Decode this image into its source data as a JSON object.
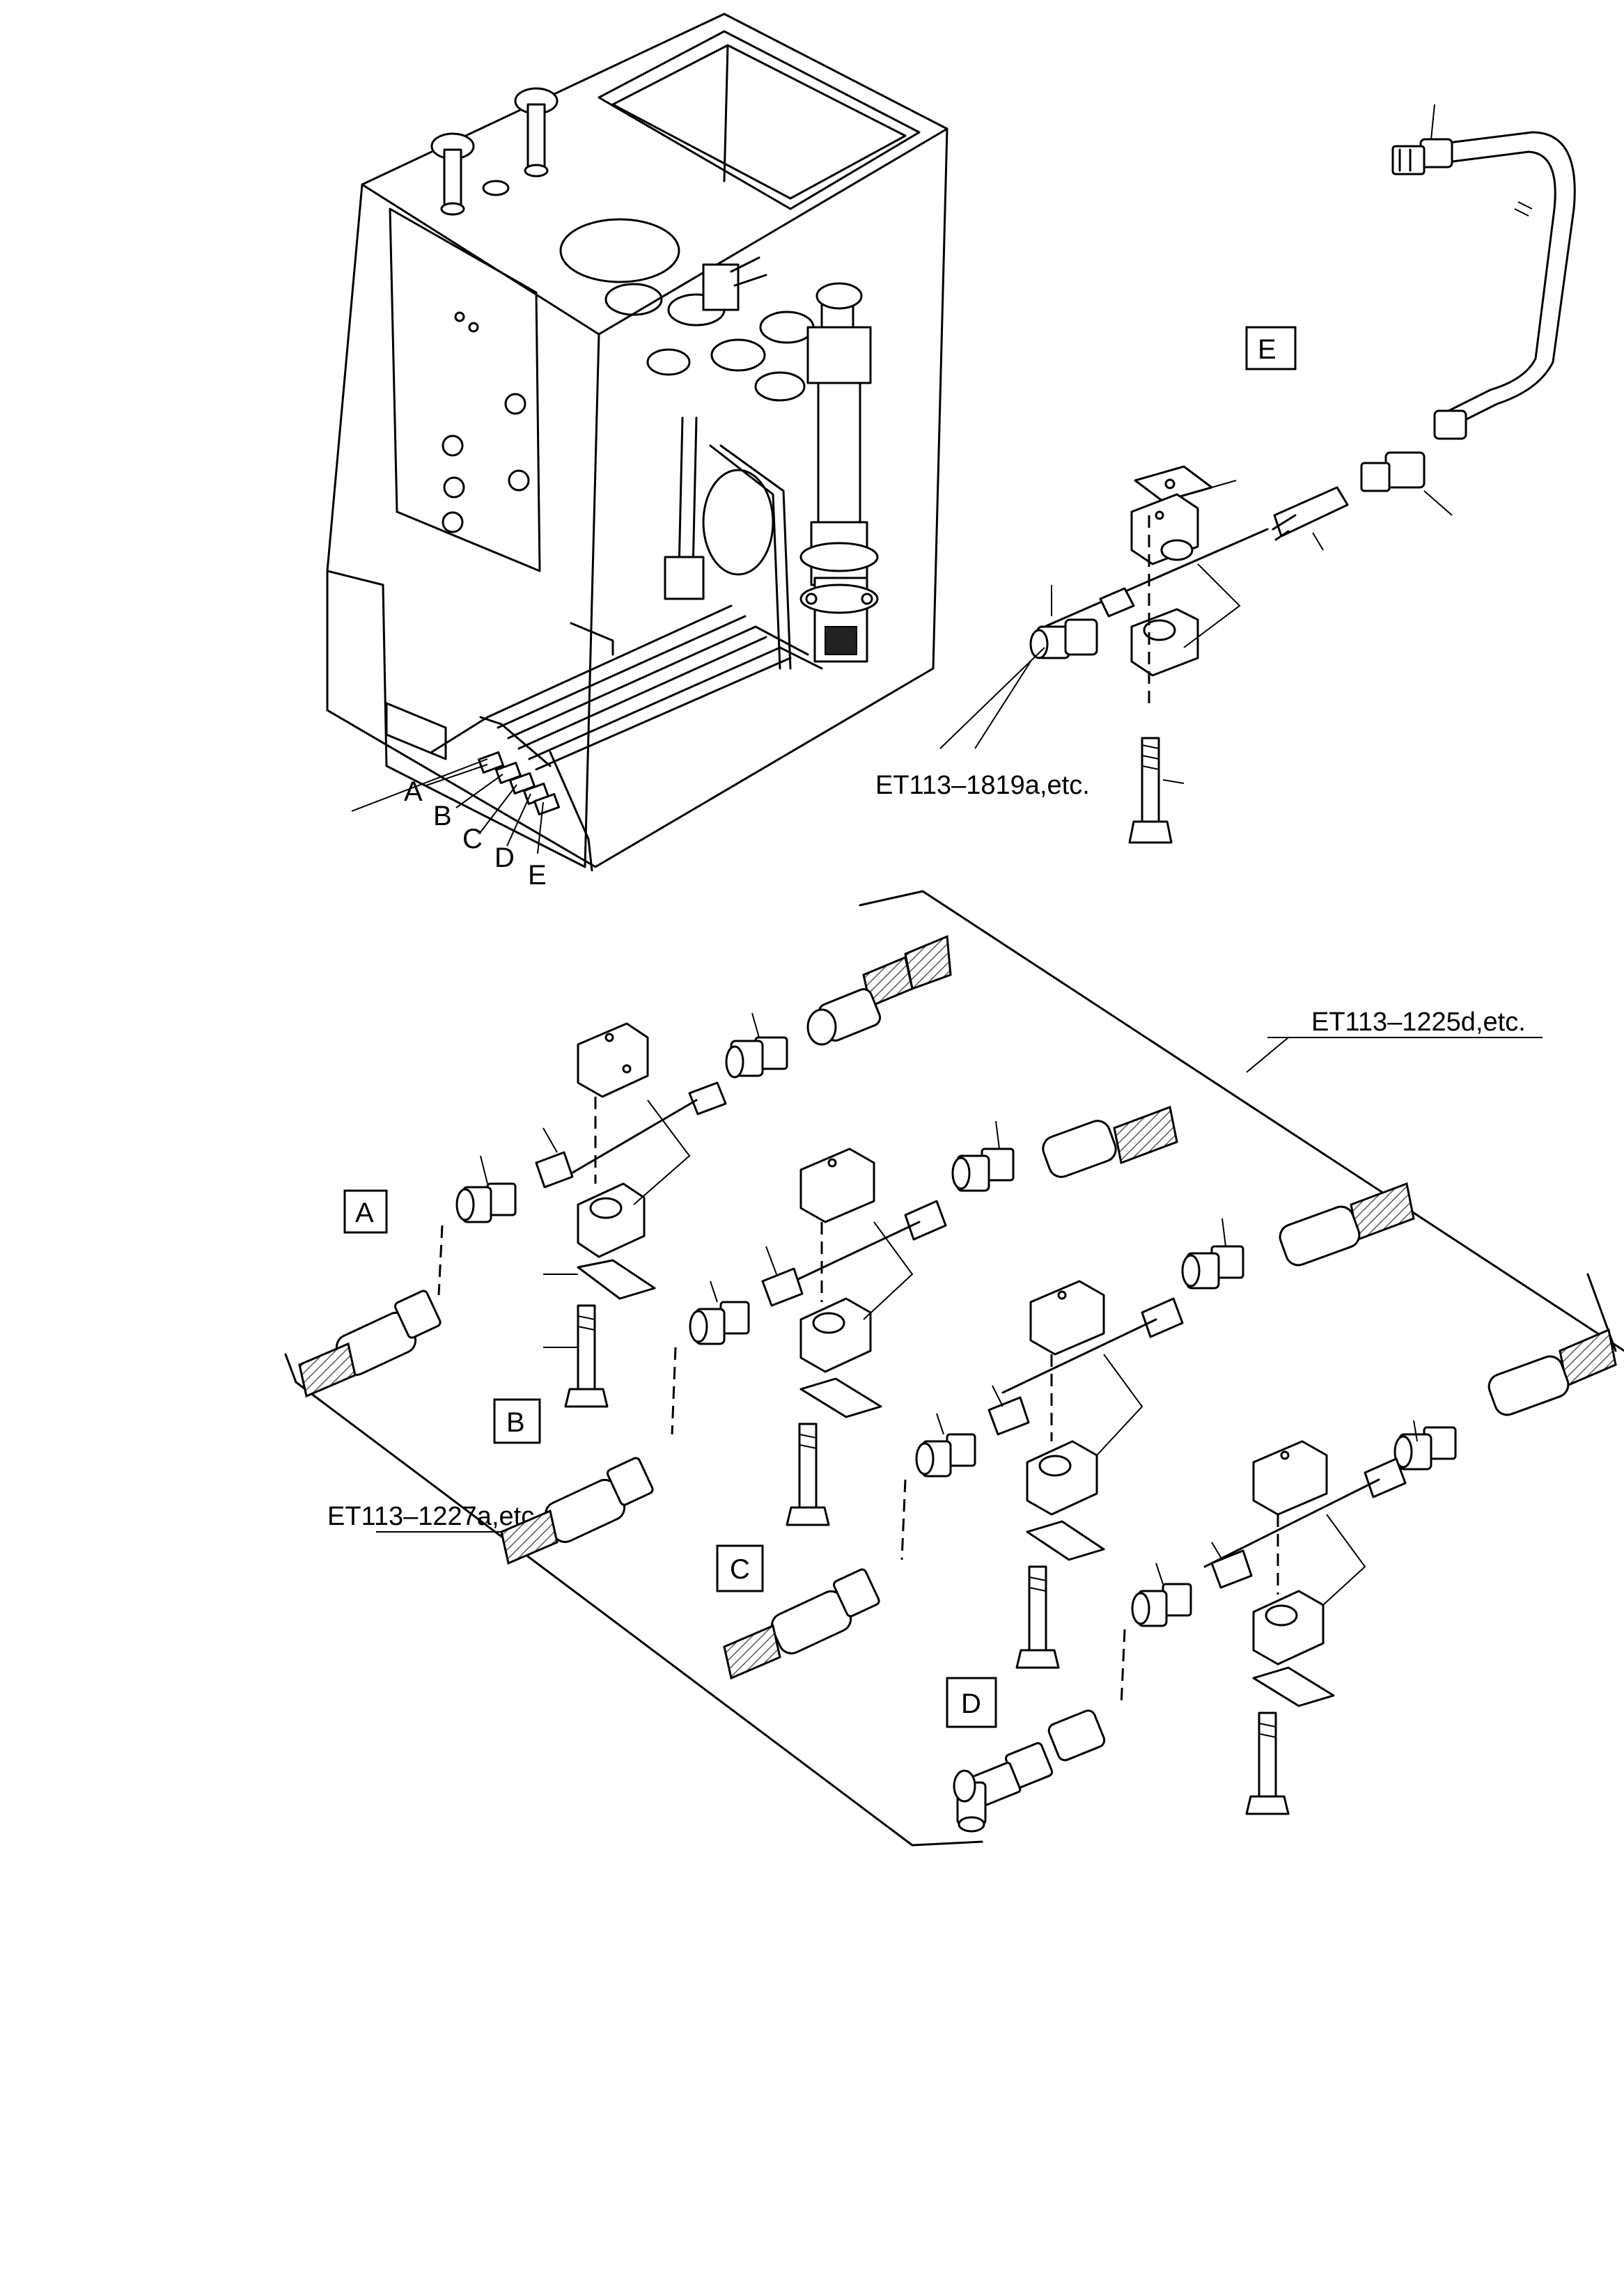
{
  "callouts": {
    "A": "A",
    "B": "B",
    "C": "C",
    "D": "D",
    "E": "E"
  },
  "detail_labels": {
    "A": "A",
    "B": "B",
    "C": "C",
    "D": "D",
    "E": "E"
  },
  "references": {
    "detail_e": "ET113–1819a,etc.",
    "hoses_upper": "ET113–1225d,etc.",
    "hoses_lower": "ET113–1227a,etc."
  }
}
